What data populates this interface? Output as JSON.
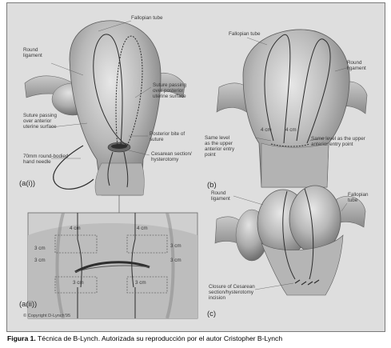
{
  "figure": {
    "panel_labels": [
      "(a(i))",
      "(b)",
      "(a(ii))",
      "(c)"
    ],
    "labels": {
      "fallopian_tube_a": "Fallopian tube",
      "round_ligament_a": "Round\nligament",
      "suture_posterior": "Suture passing\nover posterior\nuterine surface",
      "suture_anterior": "Suture passing\nover anterior\nuterine surface",
      "posterior_bite": "Posterior bite of\nsuture",
      "cesarean_section": "Cesarean section/\nhysterotomy",
      "needle": "70mm round-bodied\nhand needle",
      "fallopian_tube_b": "Fallopian tube",
      "round_ligament_b": "Round\nligament",
      "same_level_left": "Same level\nas the upper\nanterior entry\npoint",
      "same_level_right": "Same level as the upper\nanterior entry point",
      "cm_b_left": "4 cm",
      "cm_b_right": "4 cm",
      "round_ligament_c": "Round\nligament",
      "fallopian_tube_c": "Fallopian\ntube",
      "closure": "Closure of Cesarean\nsection/hysterotomy\nincision",
      "cm_ii_top_left": "4 cm",
      "cm_ii_top_right": "4 cm",
      "cm_ii_left_top": "3 cm",
      "cm_ii_left_bottom": "3 cm",
      "cm_ii_right_top": "3 cm",
      "cm_ii_right_bottom": "3 cm",
      "cm_ii_bottom_left": "3 cm",
      "cm_ii_bottom_right": "3 cm"
    },
    "copyright": "© Copyright D-Lynch'95"
  },
  "caption": {
    "prefix": "Figura 1.",
    "text": " Técnica de B-Lynch. Autorizada su reproducción por el autor Cristopher B-Lynch"
  },
  "colors": {
    "background": "#dedede",
    "uterus": "#a9a9a9",
    "suture": "#2c2c2c",
    "frame": "#7a7a7a"
  }
}
